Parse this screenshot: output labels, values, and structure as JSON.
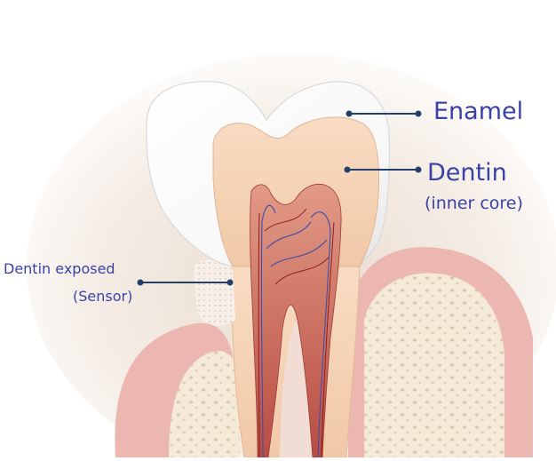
{
  "labels": {
    "enamel": "Enamel",
    "dentin": "Dentin",
    "dentin_sub": "(inner core)",
    "dentin_exposed": "Dentin exposed",
    "dentin_exposed_sub": "(Sensor)"
  },
  "colors": {
    "label_text": "#3a42a8",
    "pointer_line": "#23406b",
    "enamel": "#ffffff",
    "dentin": "#f5d3b4",
    "pulp": "#c85a4e",
    "gum": "#ecb6b0",
    "bone": "#f1e6cf"
  }
}
